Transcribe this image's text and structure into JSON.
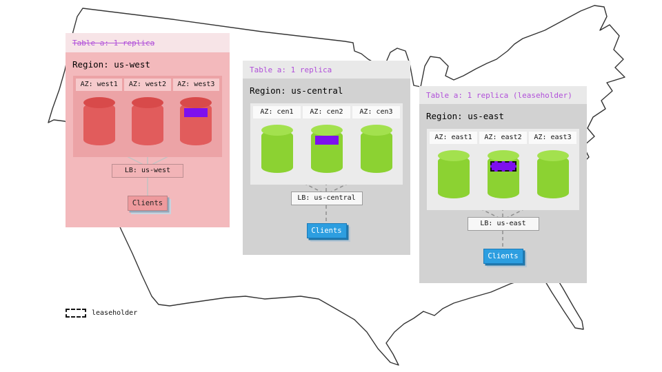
{
  "regions": [
    {
      "name": "us-west",
      "table_label": "Table a: 1 replica",
      "table_label_struck": true,
      "region_label": "Region: us-west",
      "azs": [
        {
          "label": "AZ: west1",
          "has_range": false,
          "leaseholder": false
        },
        {
          "label": "AZ: west2",
          "has_range": false,
          "leaseholder": false
        },
        {
          "label": "AZ: west3",
          "has_range": true,
          "leaseholder": false
        }
      ],
      "lb_label": "LB: us-west",
      "clients_label": "Clients"
    },
    {
      "name": "us-central",
      "table_label": "Table a: 1 replica",
      "table_label_struck": false,
      "region_label": "Region: us-central",
      "azs": [
        {
          "label": "AZ: cen1",
          "has_range": false,
          "leaseholder": false
        },
        {
          "label": "AZ: cen2",
          "has_range": true,
          "leaseholder": false
        },
        {
          "label": "AZ: cen3",
          "has_range": false,
          "leaseholder": false
        }
      ],
      "lb_label": "LB: us-central",
      "clients_label": "Clients"
    },
    {
      "name": "us-east",
      "table_label": "Table a: 1 replica (leaseholder)",
      "table_label_struck": false,
      "region_label": "Region: us-east",
      "azs": [
        {
          "label": "AZ: east1",
          "has_range": false,
          "leaseholder": false
        },
        {
          "label": "AZ: east2",
          "has_range": true,
          "leaseholder": true
        },
        {
          "label": "AZ: east3",
          "has_range": false,
          "leaseholder": false
        }
      ],
      "lb_label": "LB: us-east",
      "clients_label": "Clients"
    }
  ],
  "legend": {
    "label": "leaseholder"
  },
  "colors": {
    "inactive_region_pink": "#f3b9bc",
    "active_region_gray": "#d2d2d2",
    "replica_red": "#e15c5c",
    "replica_green": "#8cd232",
    "range_purple": "#7d10ee",
    "table_text_purple": "#b04fd9",
    "clients_blue": "#2d9ee0"
  }
}
